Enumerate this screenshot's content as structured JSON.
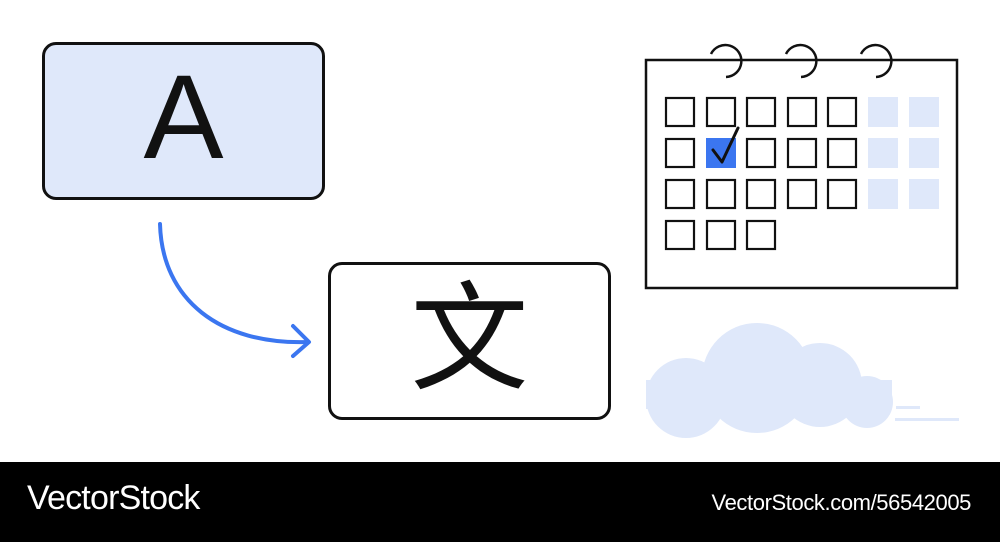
{
  "illustration": {
    "source_card": {
      "glyph": "A"
    },
    "target_card": {
      "glyph": "文"
    },
    "calendar": {
      "checked_cell": "row 2, column 2",
      "checkmark": "✓"
    }
  },
  "footer": {
    "brand": "VectorStock",
    "url": "VectorStock.com/56542005"
  },
  "colors": {
    "accent_blue": "#3b76f0",
    "light_blue_fill": "#dfe8fa",
    "outline": "#111111",
    "footer_bg": "#000000"
  },
  "icons": [
    "letter-a-card",
    "chinese-character-card",
    "curved-arrow-icon",
    "calendar-icon",
    "checkmark-icon",
    "cloud-icon"
  ]
}
